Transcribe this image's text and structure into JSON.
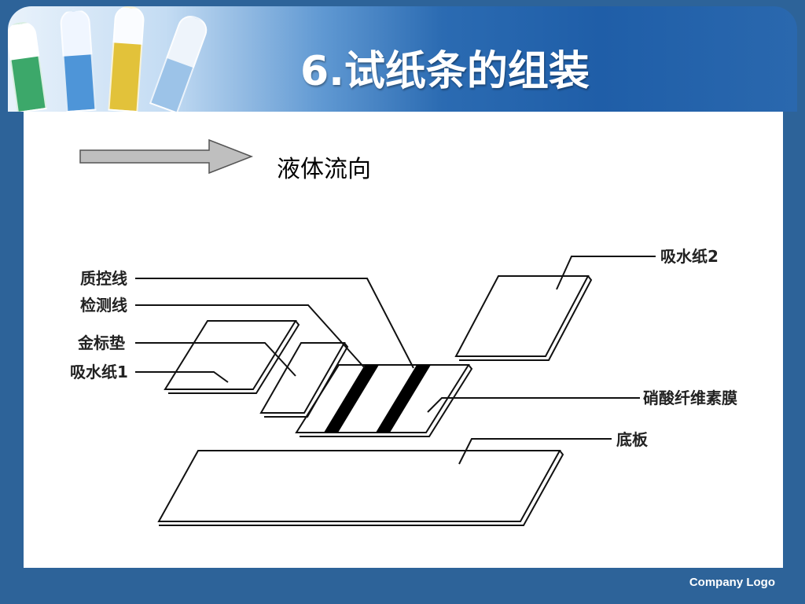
{
  "slide": {
    "title": "6.试纸条的组装",
    "flow_label": "液体流向",
    "footer_logo": "Company Logo"
  },
  "diagram": {
    "labels": {
      "quality_control_line": "质控线",
      "test_line": "检测线",
      "gold_pad": "金标垫",
      "absorbent_paper_1": "吸水纸1",
      "absorbent_paper_2": "吸水纸2",
      "nitrocellulose_membrane": "硝酸纤维素膜",
      "base_plate": "底板"
    }
  }
}
